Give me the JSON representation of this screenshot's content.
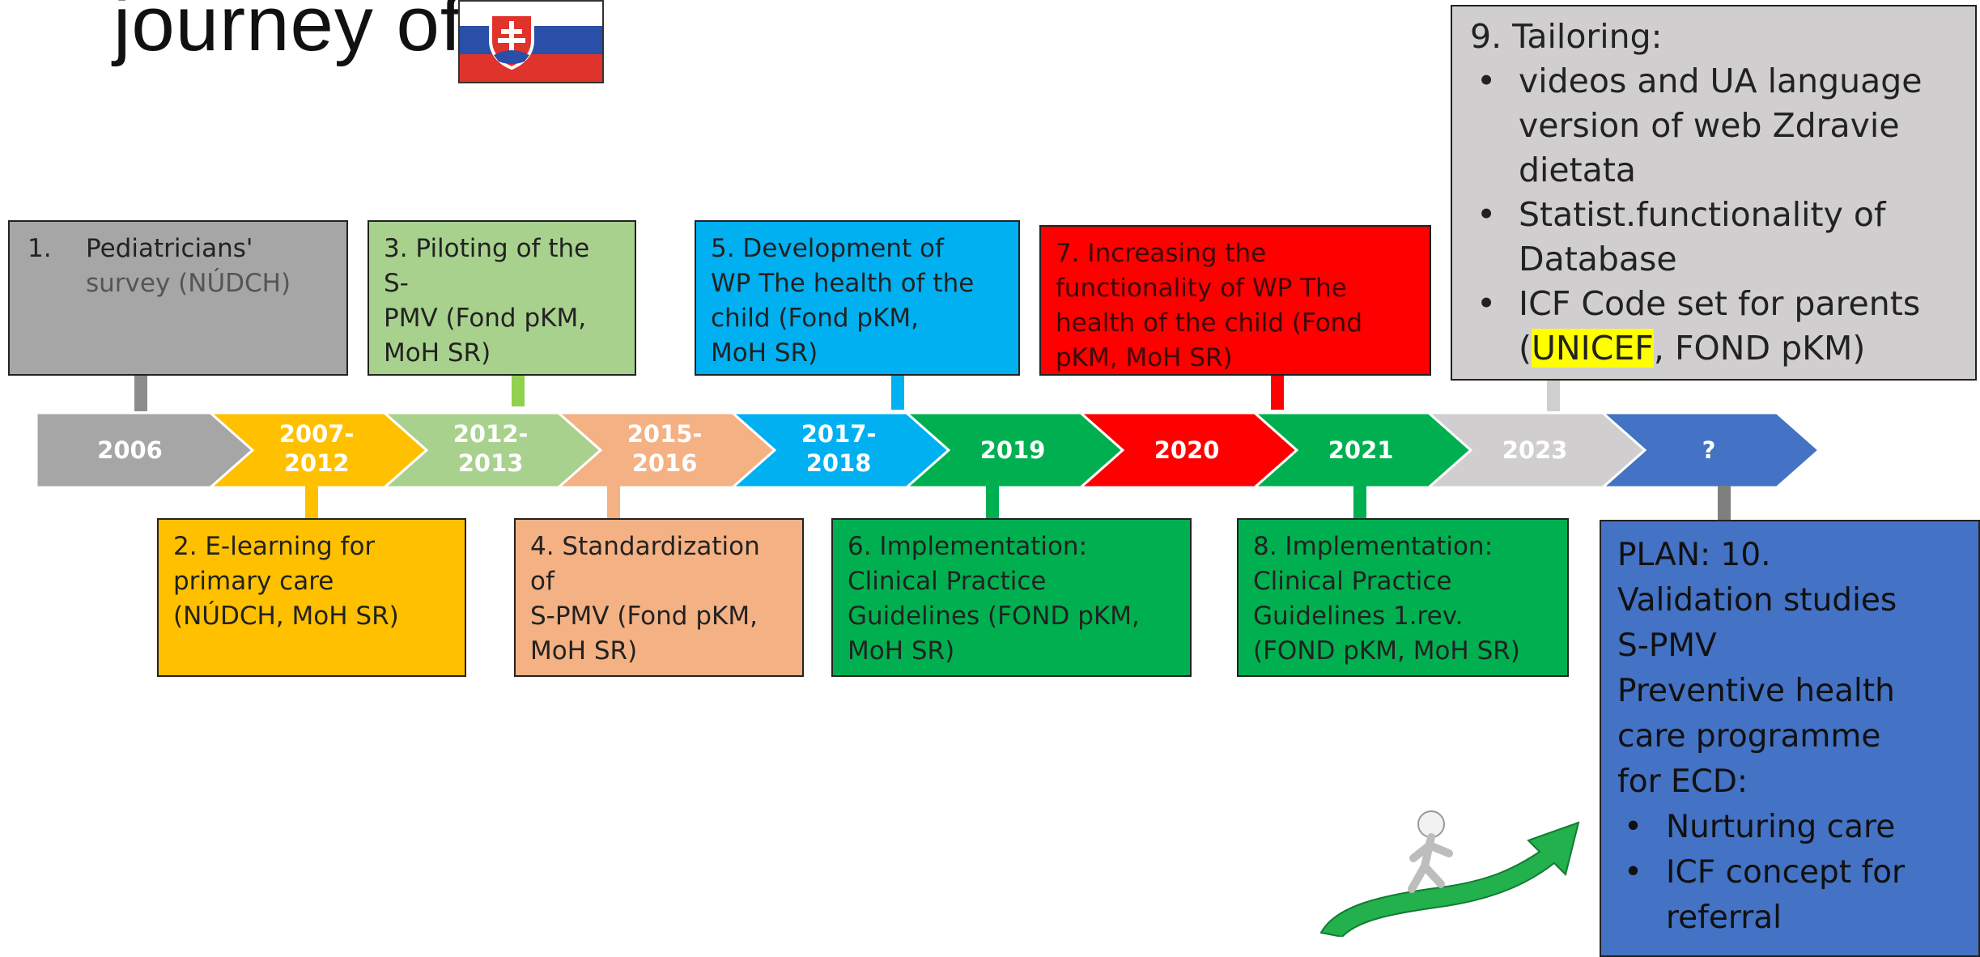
{
  "header": {
    "title": "journey of",
    "flag_colors": {
      "white": "#ffffff",
      "blue": "#2a4fa8",
      "red": "#e0332b"
    }
  },
  "timeline": {
    "segments": [
      {
        "label_lines": [
          "2006"
        ],
        "color": "#a6a6a6"
      },
      {
        "label_lines": [
          "2007-",
          "2012"
        ],
        "color": "#ffc000"
      },
      {
        "label_lines": [
          "2012-",
          "2013"
        ],
        "color": "#a9d18e"
      },
      {
        "label_lines": [
          "2015-",
          "2016"
        ],
        "color": "#f4b183"
      },
      {
        "label_lines": [
          "2017-",
          "2018"
        ],
        "color": "#00b0f0"
      },
      {
        "label_lines": [
          "2019"
        ],
        "color": "#00b050"
      },
      {
        "label_lines": [
          "2020"
        ],
        "color": "#ff0000"
      },
      {
        "label_lines": [
          "2021"
        ],
        "color": "#00b050"
      },
      {
        "label_lines": [
          "2023"
        ],
        "color": "#d0cece"
      },
      {
        "label_lines": [
          "?"
        ],
        "color": "#4472c4"
      }
    ]
  },
  "milestones": {
    "m1": {
      "number": "1.",
      "line1": "Pediatricians'",
      "line2": "survey (NÚDCH)"
    },
    "m2": {
      "text": "2. E-learning for\nprimary care\n(NÚDCH, MoH SR)"
    },
    "m3": {
      "text": "3. Piloting of the S-\nPMV (Fond pKM,\nMoH SR)"
    },
    "m4": {
      "text": "4. Standardization of\nS-PMV (Fond pKM,\nMoH SR)"
    },
    "m5": {
      "text": "5. Development of\nWP The health of the\nchild (Fond pKM,\nMoH SR)"
    },
    "m6": {
      "text": "6. Implementation:\nClinical Practice\nGuidelines (FOND pKM,\nMoH SR)"
    },
    "m7": {
      "text": "7. Increasing the\nfunctionality of WP The\nhealth of the child (Fond\npKM, MoH SR)"
    },
    "m8": {
      "text": "8. Implementation:\nClinical Practice\nGuidelines 1.rev.\n(FOND pKM, MoH SR)"
    },
    "m9": {
      "heading": "9. Tailoring:",
      "bullets": [
        "videos and UA language version of web Zdravie dietata",
        "Statist.functionality of Database"
      ],
      "bullet3_open": "ICF Code set for parents (",
      "bullet3_highlight": "UNICEF",
      "bullet3_close": ", FOND pKM)"
    },
    "m10": {
      "text": "PLAN: 10.\nValidation studies\nS-PMV\nPreventive health\ncare programme\nfor ECD:",
      "bullets": [
        "Nurturing care",
        "ICF concept for referral"
      ]
    }
  },
  "colors": {
    "highlight": "#ffff00",
    "growth_arrow": "#22b14c"
  }
}
